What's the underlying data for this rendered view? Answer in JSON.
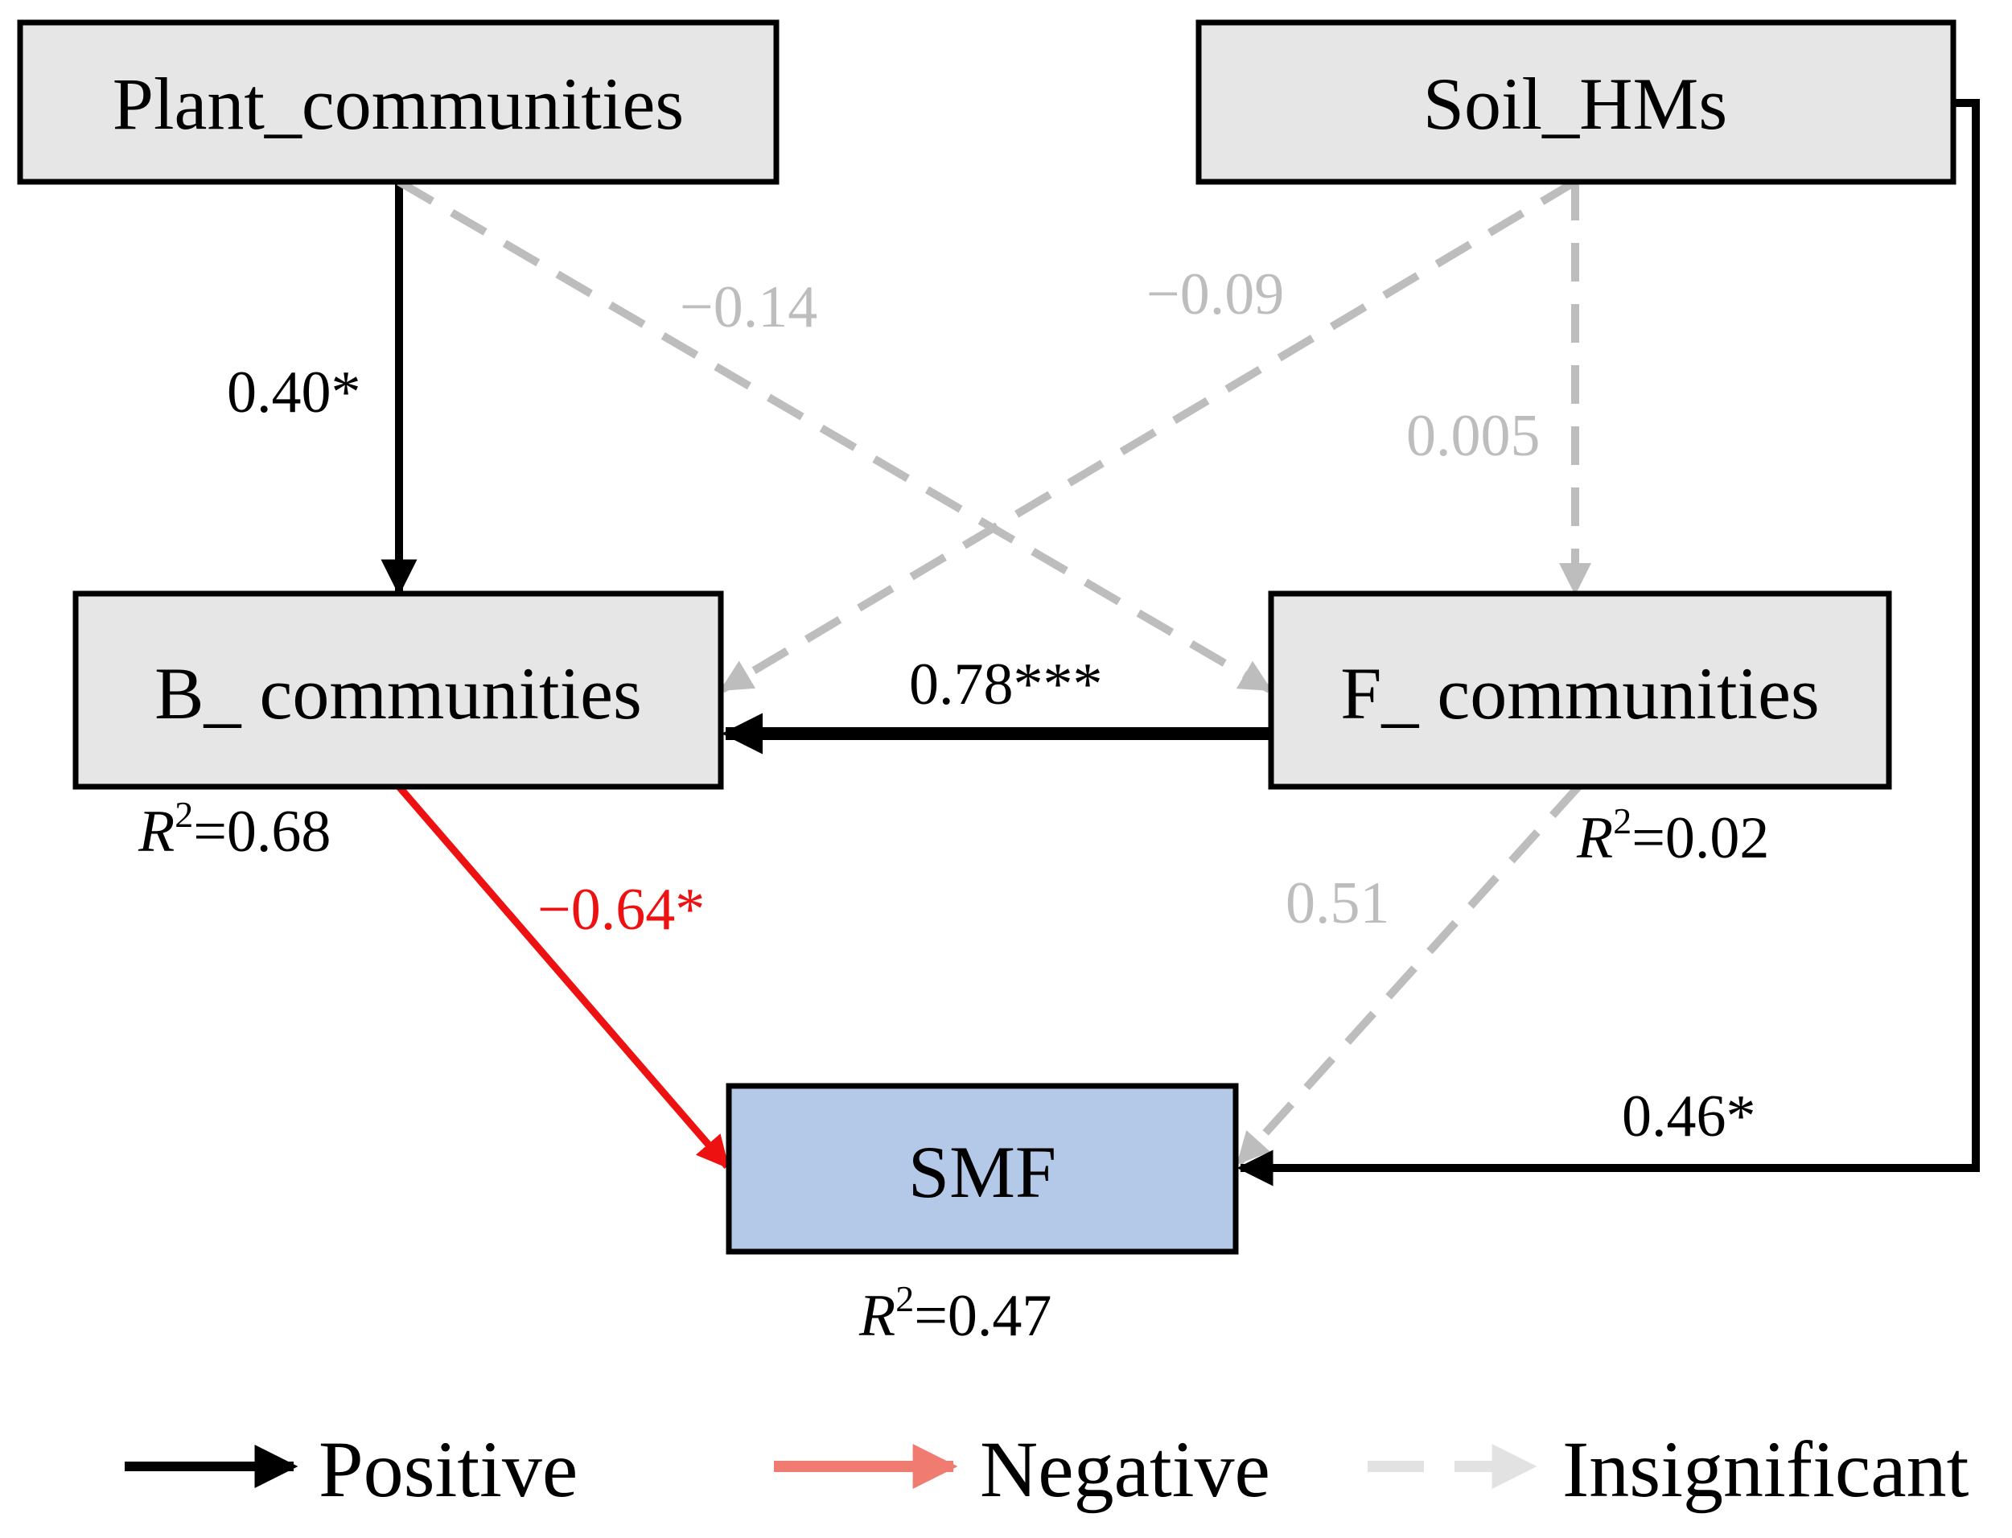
{
  "colors": {
    "positive": "#000000",
    "negative": "#ee1111",
    "negative_legend": "#f07b70",
    "insignificant": "#bdbdbd",
    "insignificant_legend": "#e2e2e2",
    "node_fill": "#e6e6e6",
    "smf_fill": "#b4c8e8"
  },
  "nodes": {
    "plant": "Plant_communities",
    "soil": "Soil_HMs",
    "bcom": "B_ communities",
    "fcom": "F_ communities",
    "smf": "SMF"
  },
  "paths": {
    "plant_to_b": {
      "label": "0.40*",
      "type": "positive"
    },
    "plant_to_f": {
      "label": "−0.14",
      "type": "insignificant"
    },
    "soil_to_b": {
      "label": "−0.09",
      "type": "insignificant"
    },
    "soil_to_f": {
      "label": "0.005",
      "type": "insignificant"
    },
    "f_to_b": {
      "label": "0.78***",
      "type": "positive"
    },
    "b_to_smf": {
      "label": "−0.64*",
      "type": "negative"
    },
    "f_to_smf": {
      "label": "0.51",
      "type": "insignificant"
    },
    "soil_to_smf": {
      "label": "0.46*",
      "type": "positive"
    }
  },
  "r2": {
    "symbol": "R",
    "sup": "2",
    "bcom": "=0.68",
    "fcom": "=0.02",
    "smf": "=0.47"
  },
  "legend": {
    "positive": "Positive",
    "negative": "Negative",
    "insignificant": "Insignificant"
  }
}
